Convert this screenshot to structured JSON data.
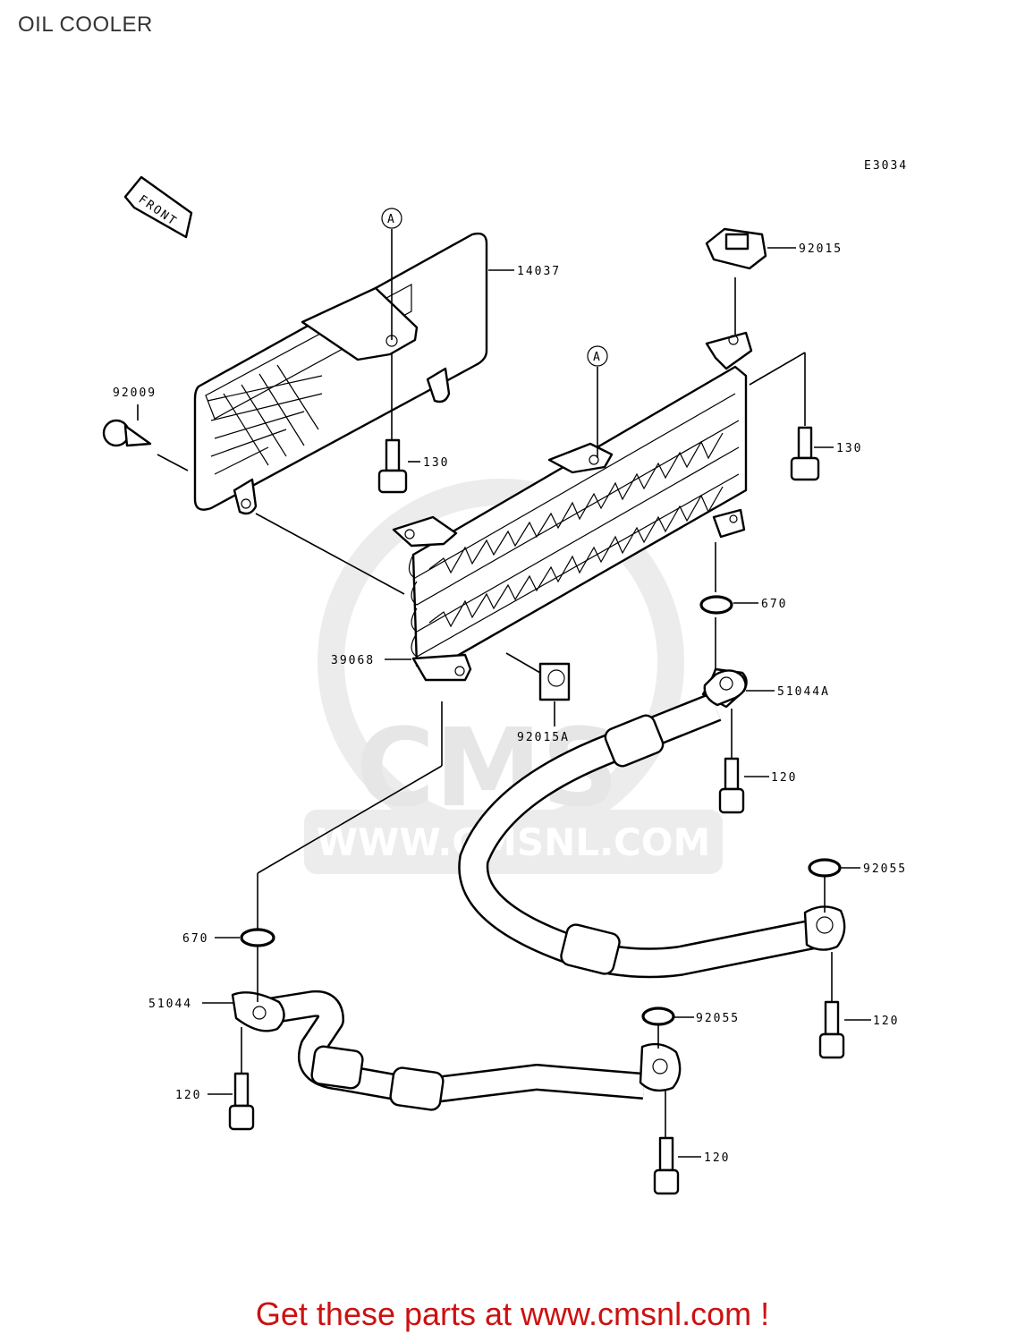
{
  "title": "OIL COOLER",
  "diagram_code": "E3034",
  "front_label": "FRONT",
  "reference_marker": "A",
  "watermark": {
    "logo_text": "CMS",
    "url_text": "WWW.CMSNL.COM"
  },
  "footer": "Get these parts at www.cmsnl.com !",
  "callouts": {
    "p14037": "14037",
    "p92015": "92015",
    "p92009": "92009",
    "p130_left": "130",
    "p130_right": "130",
    "p670_upper": "670",
    "p39068": "39068",
    "p51044A": "51044A",
    "p92015A": "92015A",
    "p120_mid": "120",
    "p92055_right": "92055",
    "p670_lower": "670",
    "p51044": "51044",
    "p92055_mid": "92055",
    "p120_left": "120",
    "p120_right": "120",
    "p120_bottom": "120"
  }
}
